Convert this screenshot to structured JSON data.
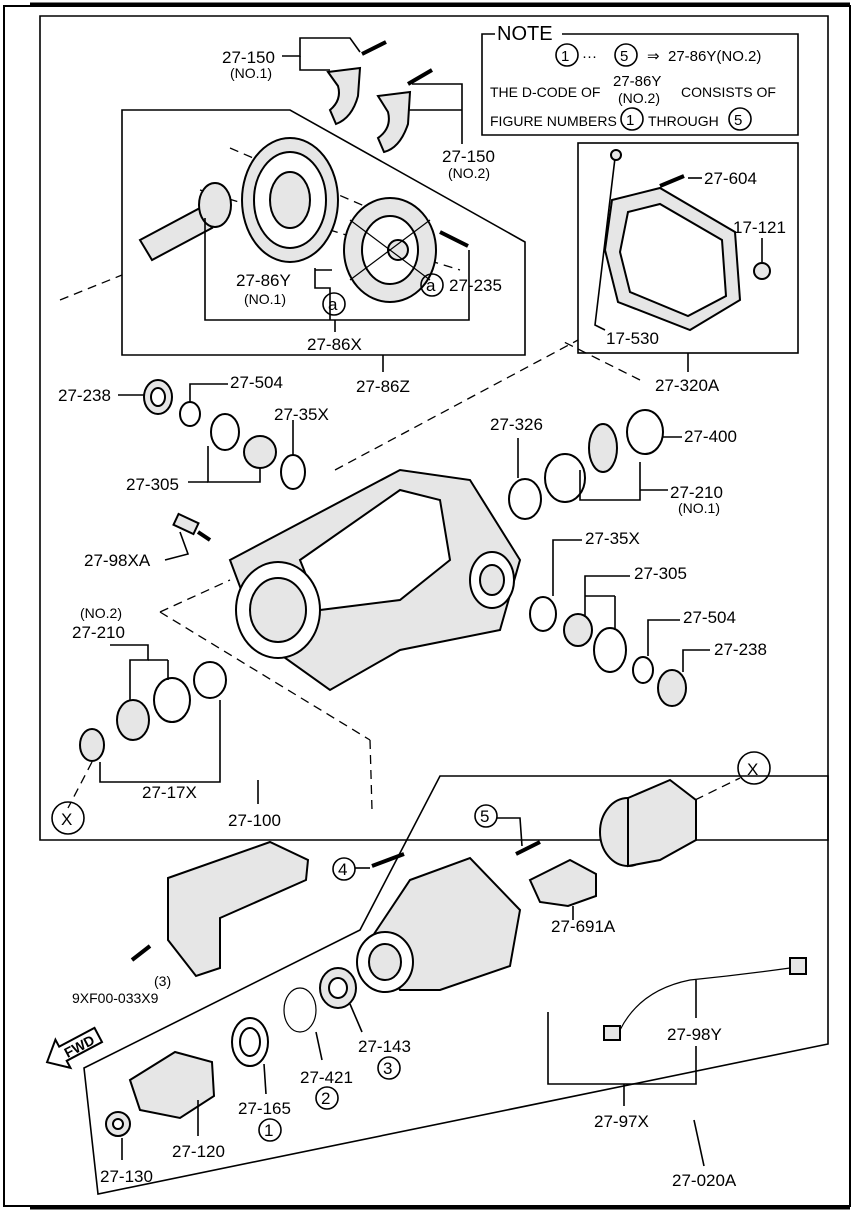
{
  "note": {
    "title": "NOTE",
    "range_start": "1",
    "range_sep": "···",
    "range_end": "5",
    "arrow": "⇒",
    "target": "27-86Y(NO.2)",
    "line2_a": "THE D-CODE OF",
    "line2_code": "27-86Y",
    "line2_code_sub": "(NO.2)",
    "line2_b": "CONSISTS OF",
    "line3_a": "FIGURE NUMBERS",
    "line3_start": "1",
    "line3_b": "THROUGH",
    "line3_end": "5"
  },
  "labels": {
    "l_27_150_1": "27-150",
    "l_27_150_1_sub": "(NO.1)",
    "l_27_150_2": "27-150",
    "l_27_150_2_sub": "(NO.2)",
    "l_27_86Y": "27-86Y",
    "l_27_86Y_sub": "(NO.1)",
    "l_27_235": "27-235",
    "l_a1": "a",
    "l_a2": "a",
    "l_27_86X": "27-86X",
    "l_27_86Z": "27-86Z",
    "l_27_604": "27-604",
    "l_17_121": "17-121",
    "l_17_530": "17-530",
    "l_27_320A": "27-320A",
    "l_27_238_top": "27-238",
    "l_27_504_top": "27-504",
    "l_27_35X_top": "27-35X",
    "l_27_305_top": "27-305",
    "l_27_326": "27-326",
    "l_27_400": "27-400",
    "l_27_210_r": "27-210",
    "l_27_210_r_sub": "(NO.1)",
    "l_27_98XA": "27-98XA",
    "l_27_35X_r": "27-35X",
    "l_27_305_r": "27-305",
    "l_27_504_r": "27-504",
    "l_27_238_r": "27-238",
    "l_27_210_l_sub": "(NO.2)",
    "l_27_210_l": "27-210",
    "l_27_17X": "27-17X",
    "l_X_left": "X",
    "l_27_100": "27-100",
    "l_X_right": "X",
    "l_c5": "5",
    "l_c4": "4",
    "l_27_691A": "27-691A",
    "l_9XF_qty": "(3)",
    "l_9XF": "9XF00-033X9",
    "l_27_143": "27-143",
    "l_c3": "3",
    "l_27_421": "27-421",
    "l_c2": "2",
    "l_27_165": "27-165",
    "l_c1": "1",
    "l_27_98Y": "27-98Y",
    "l_27_97X": "27-97X",
    "l_27_120": "27-120",
    "l_27_130": "27-130",
    "l_27_020A": "27-020A",
    "l_fwd": "FWD"
  }
}
